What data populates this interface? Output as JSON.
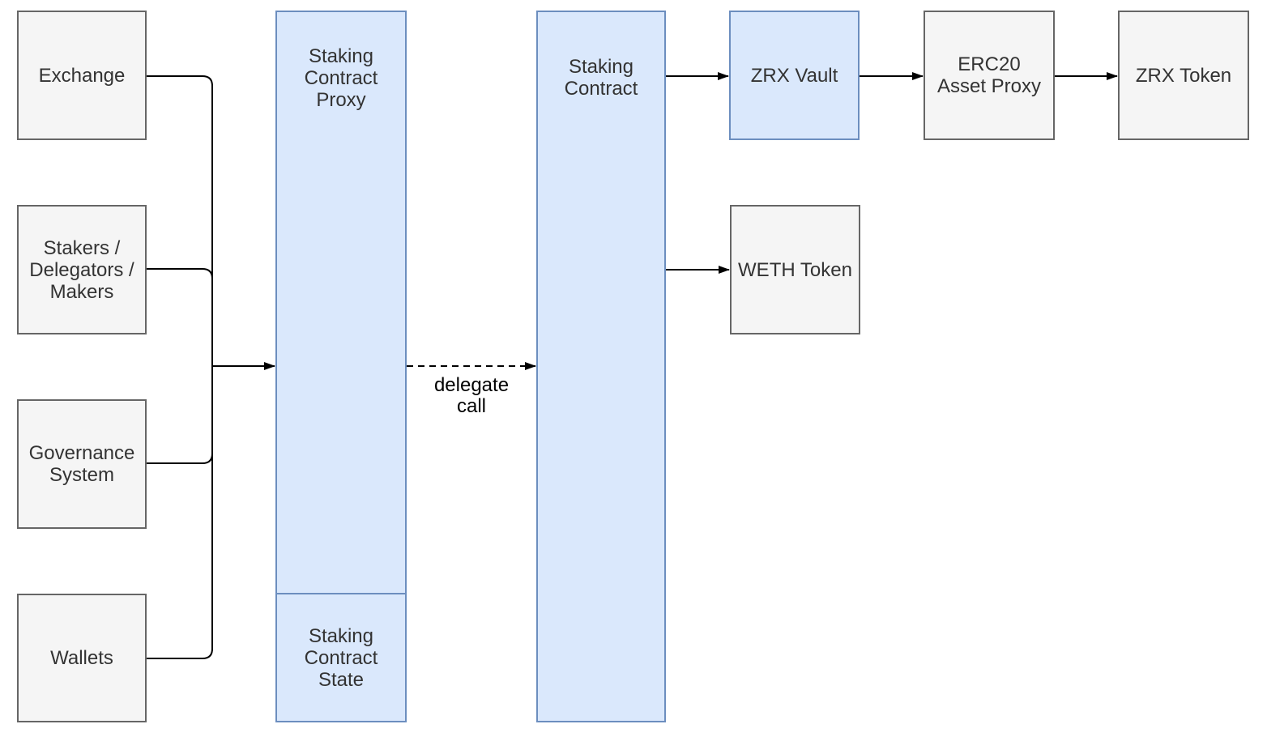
{
  "nodes": {
    "exchange": {
      "label": "Exchange",
      "style": "gray"
    },
    "stakers_delegators_makers": {
      "label": "Stakers /\nDelegators /\nMakers",
      "style": "gray"
    },
    "governance_system": {
      "label": "Governance\nSystem",
      "style": "gray"
    },
    "wallets": {
      "label": "Wallets",
      "style": "gray"
    },
    "staking_contract_proxy": {
      "label": "Staking\nContract\nProxy",
      "style": "blue"
    },
    "staking_contract_state": {
      "label": "Staking\nContract\nState",
      "style": "blue"
    },
    "staking_contract": {
      "label": "Staking\nContract",
      "style": "blue"
    },
    "zrx_vault": {
      "label": "ZRX Vault",
      "style": "blue"
    },
    "erc20_asset_proxy": {
      "label": "ERC20\nAsset Proxy",
      "style": "gray"
    },
    "zrx_token": {
      "label": "ZRX Token",
      "style": "gray"
    },
    "weth_token": {
      "label": "WETH Token",
      "style": "gray"
    }
  },
  "edges": [
    {
      "from": "exchange",
      "to": "staking_contract_proxy",
      "style": "solid-arrow"
    },
    {
      "from": "stakers_delegators_makers",
      "to": "staking_contract_proxy",
      "style": "solid-arrow"
    },
    {
      "from": "governance_system",
      "to": "staking_contract_proxy",
      "style": "solid-arrow"
    },
    {
      "from": "wallets",
      "to": "staking_contract_proxy",
      "style": "solid-arrow"
    },
    {
      "from": "staking_contract_proxy",
      "to": "staking_contract",
      "style": "dashed-arrow",
      "label": "delegate call"
    },
    {
      "from": "staking_contract",
      "to": "zrx_vault",
      "style": "solid-arrow"
    },
    {
      "from": "zrx_vault",
      "to": "erc20_asset_proxy",
      "style": "solid-arrow"
    },
    {
      "from": "erc20_asset_proxy",
      "to": "zrx_token",
      "style": "solid-arrow"
    },
    {
      "from": "staking_contract",
      "to": "weth_token",
      "style": "solid-arrow"
    }
  ],
  "colors": {
    "background": "#ffffff",
    "gray_fill": "#f5f5f5",
    "gray_border": "#666666",
    "blue_fill": "#dae8fc",
    "blue_border": "#6c8ebf",
    "line": "#000000",
    "text": "#333333"
  }
}
